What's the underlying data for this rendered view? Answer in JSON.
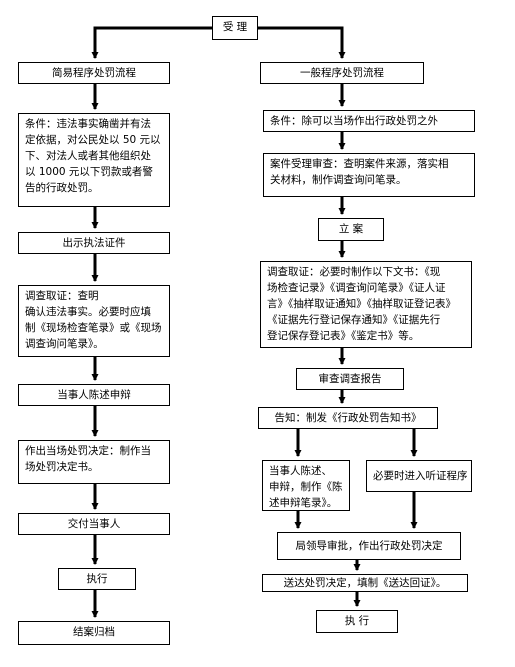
{
  "start": "受  理",
  "left": {
    "header": "简易程序处罚流程",
    "condition": "条件：违法事实确凿并有法\n定依据，对公民处以 50 元以\n下、对法人或者其他组织处\n以 1000 元以下罚款或者警\n告的行政处罚。",
    "show_id": "出示执法证件",
    "investigate": "调查取证：查明\n确认违法事实。必要时应填\n制《现场检查笔录》或《现场\n调查询问笔录》。",
    "statement": "当事人陈述申辩",
    "decision": "作出当场处罚决定：制作当\n场处罚决定书。",
    "deliver": "交付当事人",
    "execute": "执行",
    "close": "结案归档"
  },
  "right": {
    "header": "一般程序处罚流程",
    "condition": "条件：除可以当场作出行政处罚之外",
    "review": "案件受理审查：查明案件来源，落实相\n关材料，制作调查询问笔录。",
    "register": "立  案",
    "investigate": "调查取证：必要时制作以下文书：《现\n场检查记录》《调查询问笔录》《证人证\n言》《抽样取证通知》《抽样取证登记表》\n《证据先行登记保存通知》《证据先行\n登记保存登记表》《鉴定书》等。",
    "report": "审查调查报告",
    "notice": "告知：制发《行政处罚告知书》",
    "statement": "当事人陈述、\n申辩，制作《陈\n述申辩笔录》。",
    "hearing": "必要时进入听证程序",
    "approval": "局领导审批，作出行政处罚决定",
    "serve": "送达处罚决定，填制《送达回证》。",
    "execute": "执  行"
  }
}
